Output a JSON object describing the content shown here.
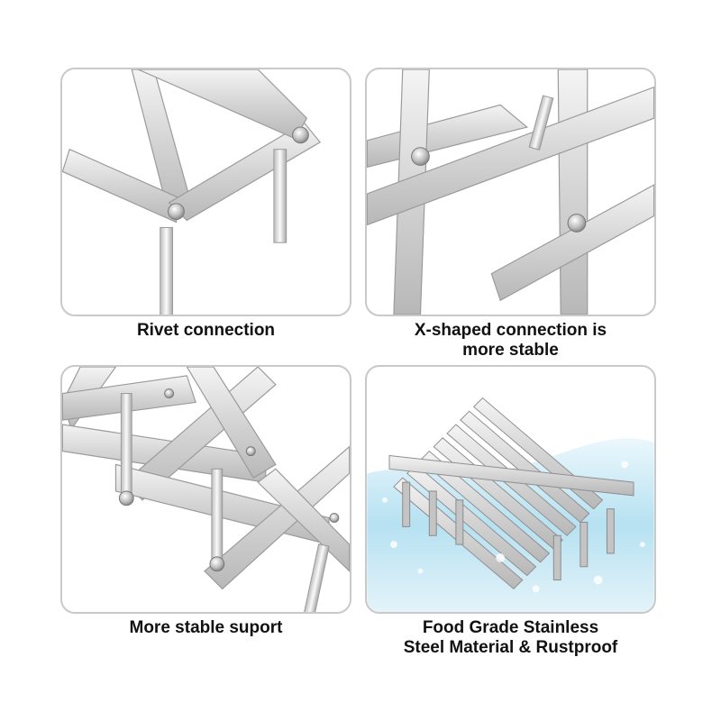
{
  "panels": [
    {
      "caption": "Rivet connection"
    },
    {
      "caption": "X-shaped connection is\nmore stable",
      "caption_line1": "X-shaped connection is",
      "caption_line2": "more stable"
    },
    {
      "caption": "More stable suport"
    },
    {
      "caption": "Food Grade Stainless\nSteel Material & Rustproof",
      "caption_line1": "Food Grade Stainless",
      "caption_line2": "Steel Material & Rustproof"
    }
  ],
  "colors": {
    "steel": "#d8d8d8",
    "steel_edge": "#9a9a9a",
    "panel_border": "#c9c9c9",
    "water": "#9fd8ee"
  }
}
